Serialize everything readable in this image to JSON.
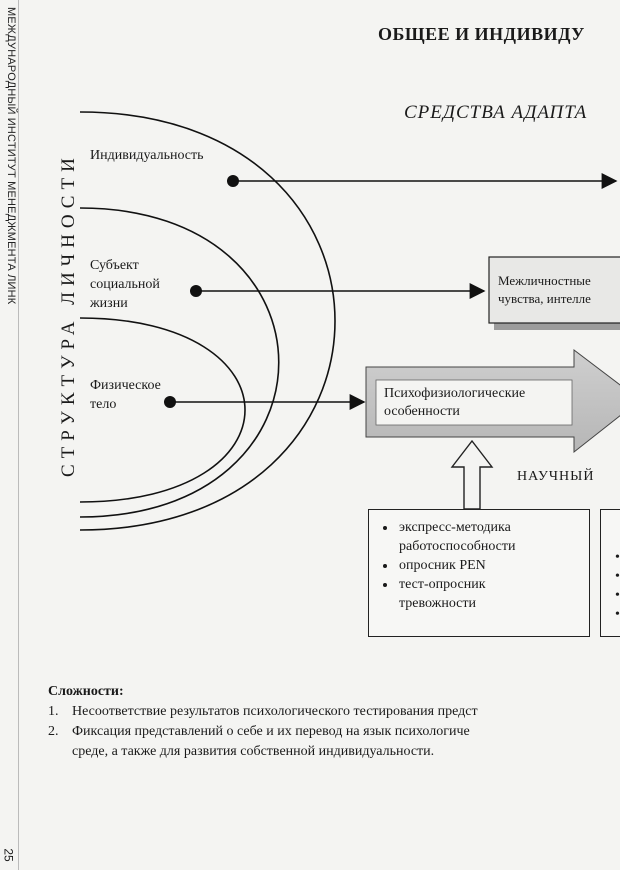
{
  "page": {
    "side_text": "МЕЖДУНАРОДНЫЙ ИНСТИТУТ МЕНЕДЖМЕНТА ЛИНК",
    "page_number": "25",
    "title": "ОБЩЕЕ И ИНДИВИДУ",
    "subtitle": "СРЕДСТВА АДАПТА"
  },
  "diagram": {
    "vertical_heading": "СТРУКТУРА ЛИЧНОСТИ",
    "levels": [
      {
        "label_lines": [
          "Индивидуальность"
        ]
      },
      {
        "label_lines": [
          "Субъект",
          "социальной",
          "жизни"
        ]
      },
      {
        "label_lines": [
          "Физическое",
          "тело"
        ]
      }
    ],
    "interpersonal_box_lines": [
      "Межличностные",
      "чувства, интелле"
    ],
    "psychophysio_box_lines": [
      "Психофизиологические",
      "особенности"
    ],
    "scientific_label": "НАУЧНЫЙ",
    "methods": [
      "экспресс-методика работоспособности",
      "опросник PEN",
      "тест-опросник тревожности"
    ],
    "methods_lines": [
      [
        "экспресс-методика",
        "работоспособности"
      ],
      [
        "опросник PEN"
      ],
      [
        "тест-опросник",
        "тревожности"
      ]
    ],
    "second_box_bullets": [
      "•",
      "•",
      "•",
      "•"
    ]
  },
  "difficulties": {
    "heading": "Сложности:",
    "items": [
      {
        "num": "1.",
        "lines": [
          "Несоответствие результатов психологического тестирования предст"
        ]
      },
      {
        "num": "2.",
        "lines": [
          "Фиксация представлений о себе и их перевод на язык психологиче",
          "среде, а также для развития собственной индивидуальности."
        ]
      }
    ]
  }
}
